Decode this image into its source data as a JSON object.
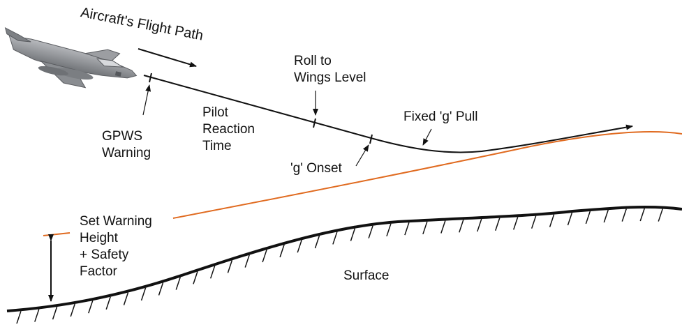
{
  "diagram": {
    "flight_path_label": "Aircraft's Flight Path",
    "gpws_warning": [
      "GPWS",
      "Warning"
    ],
    "pilot_reaction": [
      "Pilot",
      "Reaction",
      "Time"
    ],
    "roll_to_wings_level": [
      "Roll to",
      "Wings Level"
    ],
    "fixed_g_pull": "Fixed 'g' Pull",
    "g_onset": "'g' Onset",
    "set_warning_height": [
      "Set Warning",
      "Height",
      "+ Safety",
      "Factor"
    ],
    "surface": "Surface",
    "colors": {
      "flight_path": "#111111",
      "warning_height_line": "#e06a1f",
      "surface": "#111111",
      "aircraft": "#8e9094"
    }
  }
}
